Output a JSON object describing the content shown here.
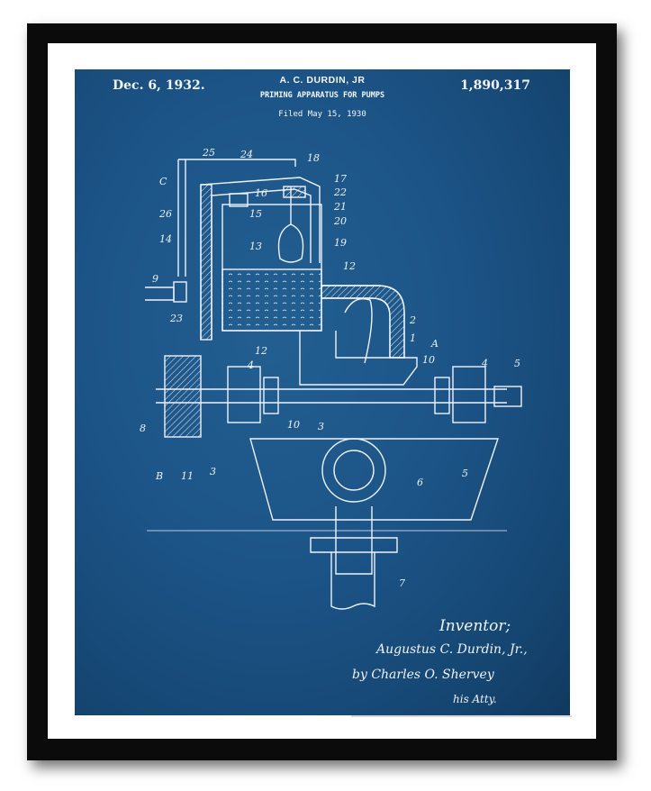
{
  "patent": {
    "date": "Dec. 6, 1932.",
    "inventor_name": "A. C. DURDIN, JR",
    "number": "1,890,317",
    "title": "PRIMING APPARATUS FOR PUMPS",
    "filed": "Filed May 15, 1930"
  },
  "signature": {
    "heading": "Inventor;",
    "inventor": "Augustus C. Durdin, Jr.,",
    "by": "by Charles O. Shervey",
    "attorney": "his Atty."
  },
  "figure": {
    "callouts": [
      "25",
      "24",
      "18",
      "17",
      "22",
      "21",
      "20",
      "19",
      "16",
      "15",
      "13",
      "26",
      "14",
      "9",
      "23",
      "12",
      "12",
      "2",
      "1",
      "A",
      "10",
      "4",
      "4",
      "5",
      "8",
      "B",
      "11",
      "3",
      "10",
      "3",
      "6",
      "5",
      "7",
      "C"
    ]
  }
}
